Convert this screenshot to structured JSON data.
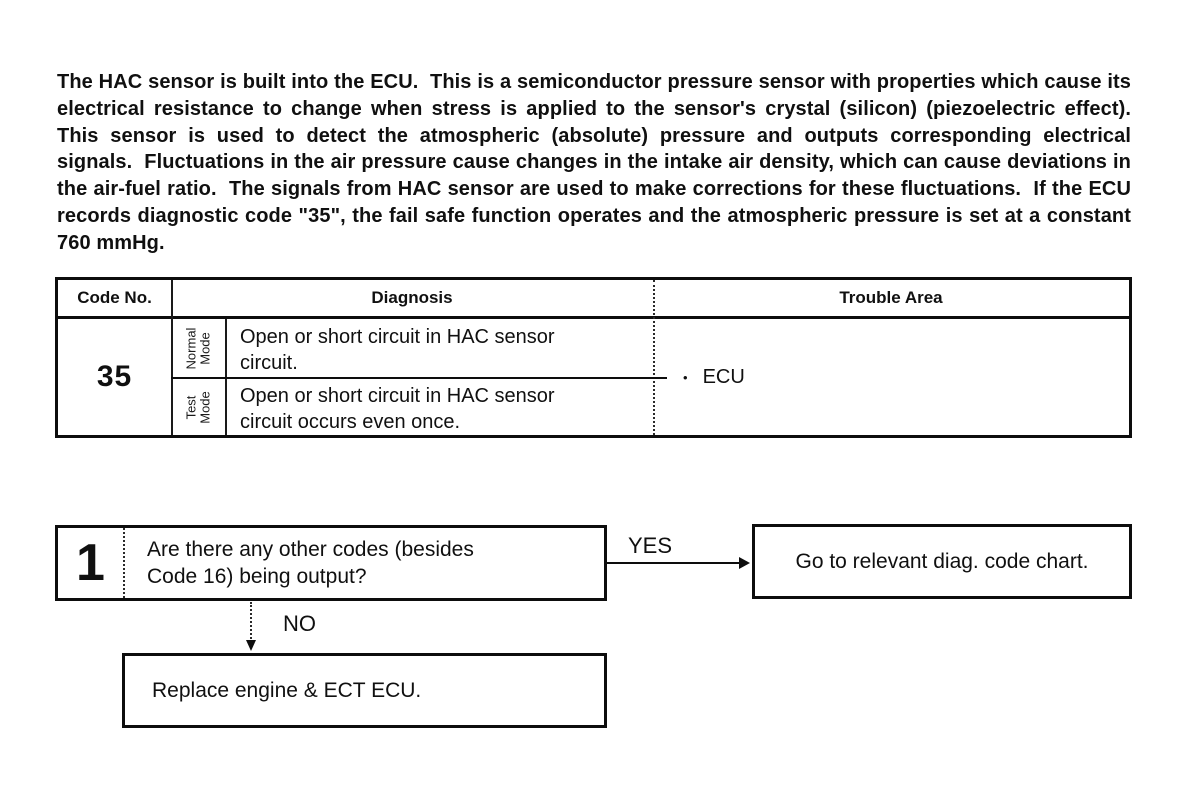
{
  "page": {
    "intro_paragraph": "The HAC sensor is built into the ECU.  This is a semiconductor pressure sensor with properties which cause its electrical resistance to change when stress is applied to the sensor's crystal (silicon) (piezoelectric effect).  This sensor is used to detect the atmospheric (absolute) pressure and outputs corresponding electrical signals.  Fluctuations in the air pressure cause changes in the intake air density, which can cause deviations in the air-fuel ratio.  The signals from HAC sensor are used to make corrections for these fluctuations.  If the ECU records diagnostic code \"35\", the fail safe function operates and the atmospheric pressure is set at a constant 760 mmHg."
  },
  "diagnostic_table": {
    "headers": {
      "code_no": "Code No.",
      "diagnosis": "Diagnosis",
      "trouble_area": "Trouble Area"
    },
    "rows": [
      {
        "code_no": "35",
        "modes": [
          {
            "mode": "Normal Mode",
            "diagnosis": "Open or short circuit in HAC sensor circuit."
          },
          {
            "mode": "Test Mode",
            "diagnosis": "Open or short circuit in HAC sensor circuit occurs even once."
          }
        ],
        "trouble_bullet": "•",
        "trouble_area": "ECU"
      }
    ]
  },
  "flowchart": {
    "step1": {
      "number": "1",
      "question": "Are there any other codes (besides Code 16) being output?"
    },
    "yes_label": "YES",
    "no_label": "NO",
    "yes_result": "Go to relevant diag. code chart.",
    "no_result": "Replace engine & ECT ECU."
  },
  "colors": {
    "ink": "#0d0d0d",
    "paper": "#ffffff"
  }
}
